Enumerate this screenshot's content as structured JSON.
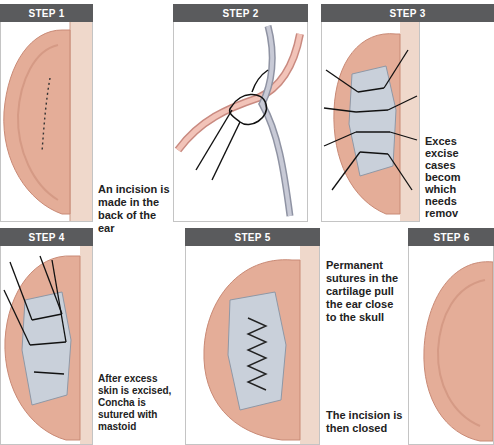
{
  "diagram": {
    "nodes": [
      {
        "text": [
          "STEP 1",
          "An incision is made in the back of the ear"
        ]
      },
      {
        "text": [
          "STEP 2"
        ]
      },
      {
        "text": [
          "STEP 3",
          "Exces excise cases becom which needs remov"
        ]
      },
      {
        "text": [
          "STEP 4",
          "After excess skin is excised, Concha is sutured with mastoid"
        ]
      },
      {
        "text": [
          "STEP 5",
          "Permanent sutures in the cartilage pull the ear close to the skull",
          "The incision is then closed"
        ]
      },
      {
        "text": [
          "STEP 6"
        ]
      }
    ]
  }
}
